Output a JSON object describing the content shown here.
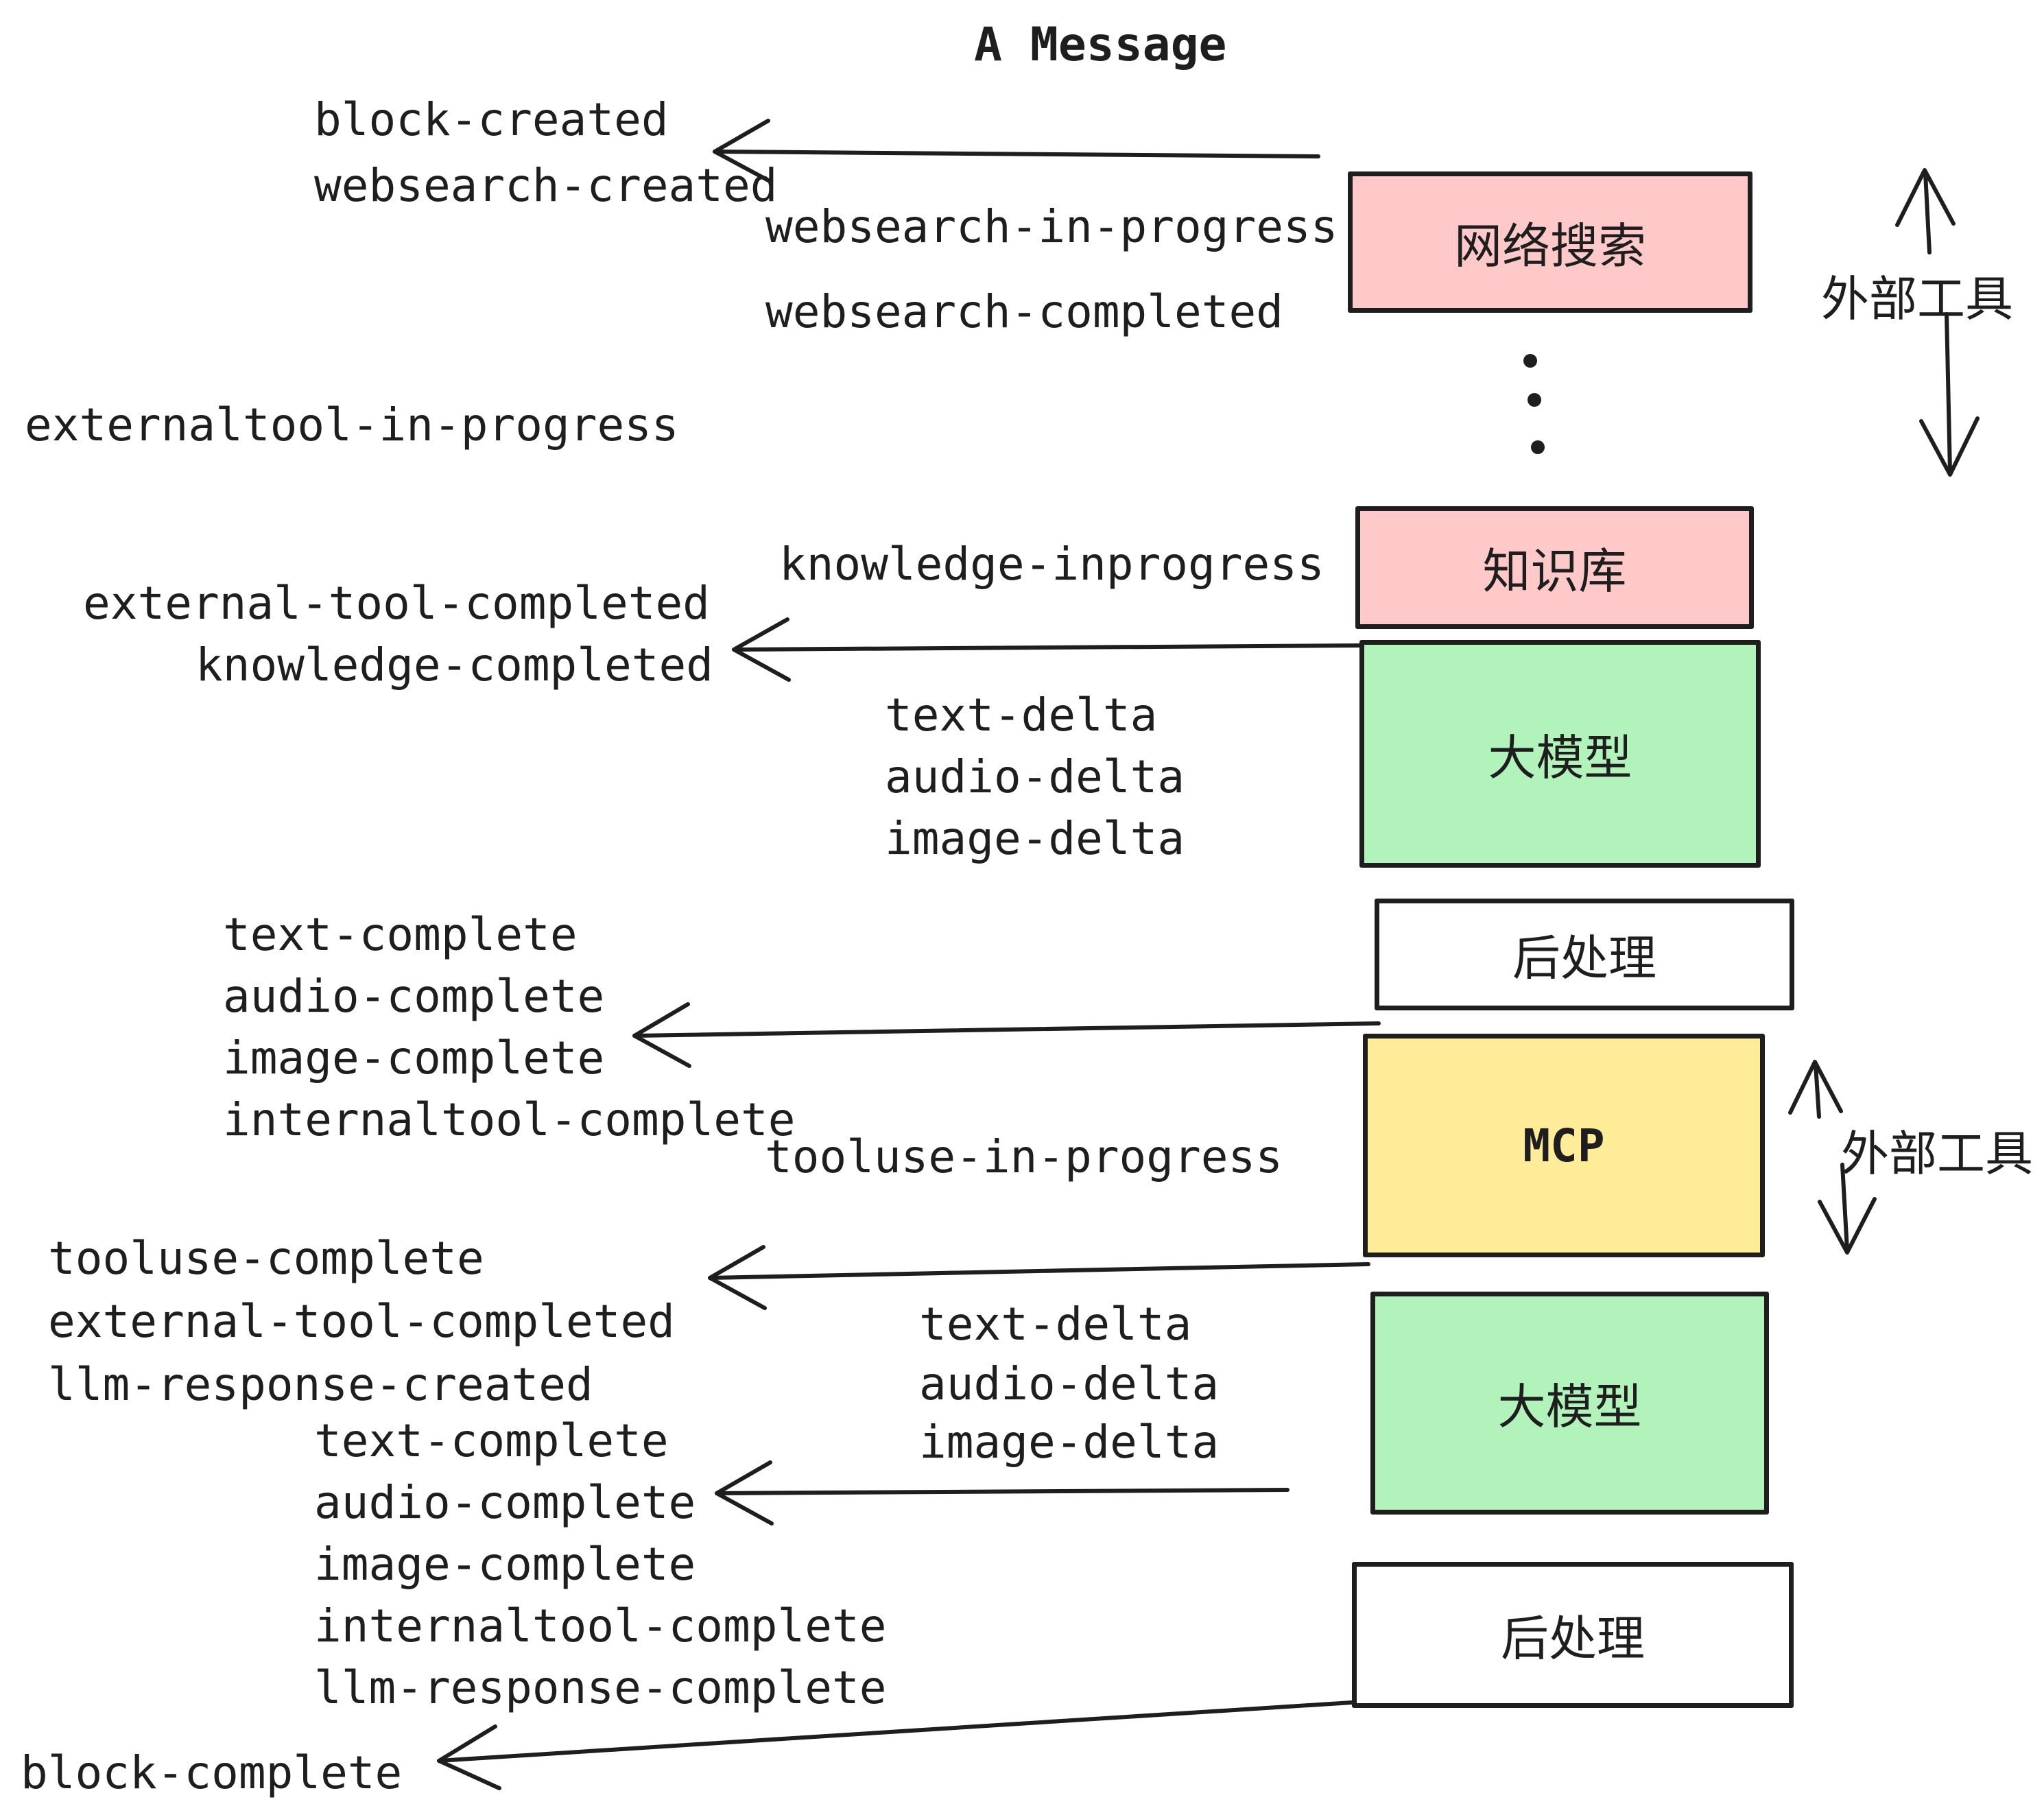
{
  "title": "A Message",
  "colors": {
    "stroke": "#1e1e1e",
    "pink": "#ffc9c9",
    "green": "#b2f2bb",
    "yellow": "#ffec99",
    "white": "#ffffff"
  },
  "boxes": [
    {
      "id": "websearch",
      "label": "网络搜索",
      "color": "pink"
    },
    {
      "id": "knowledge",
      "label": "知识库",
      "color": "pink"
    },
    {
      "id": "llm-1",
      "label": "大模型",
      "color": "green"
    },
    {
      "id": "postprocess-1",
      "label": "后处理",
      "color": "white"
    },
    {
      "id": "mcp",
      "label": "MCP",
      "color": "yellow"
    },
    {
      "id": "llm-2",
      "label": "大模型",
      "color": "green"
    },
    {
      "id": "postprocess-2",
      "label": "后处理",
      "color": "white"
    }
  ],
  "side_labels": [
    {
      "label": "外部工具"
    },
    {
      "label": "外部工具"
    }
  ],
  "events": [
    {
      "text": "block-created"
    },
    {
      "text": "websearch-created"
    },
    {
      "text": "websearch-in-progress"
    },
    {
      "text": "websearch-completed"
    },
    {
      "text": "externaltool-in-progress"
    },
    {
      "text": "knowledge-inprogress"
    },
    {
      "text": "external-tool-completed"
    },
    {
      "text": "knowledge-completed"
    },
    {
      "text": "text-delta"
    },
    {
      "text": "audio-delta"
    },
    {
      "text": "image-delta"
    },
    {
      "text": "text-complete"
    },
    {
      "text": "audio-complete"
    },
    {
      "text": "image-complete"
    },
    {
      "text": "internaltool-complete"
    },
    {
      "text": "tooluse-in-progress"
    },
    {
      "text": "tooluse-complete"
    },
    {
      "text": "external-tool-completed"
    },
    {
      "text": "llm-response-created"
    },
    {
      "text": "text-delta"
    },
    {
      "text": "audio-delta"
    },
    {
      "text": "image-delta"
    },
    {
      "text": "text-complete"
    },
    {
      "text": "audio-complete"
    },
    {
      "text": "image-complete"
    },
    {
      "text": "internaltool-complete"
    },
    {
      "text": "llm-response-complete"
    },
    {
      "text": "block-complete"
    }
  ]
}
